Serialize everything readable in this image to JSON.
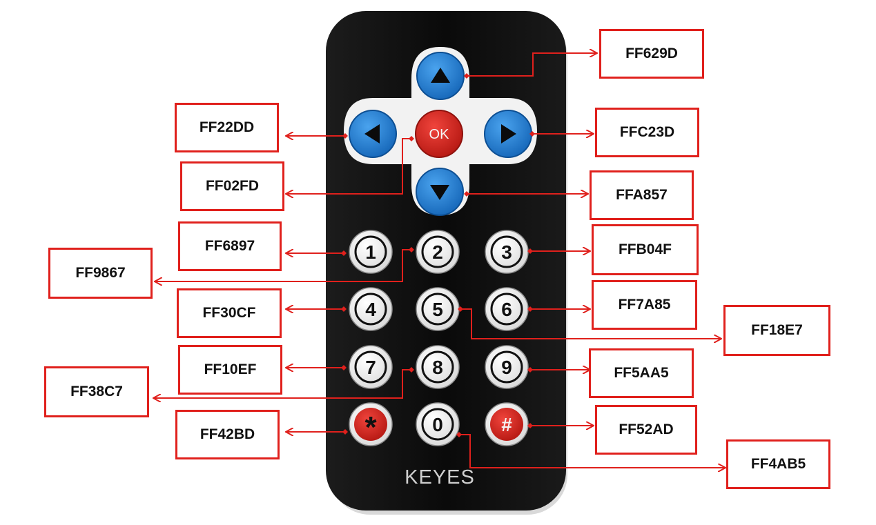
{
  "remote": {
    "brand": "KEYES",
    "colors": {
      "body": "#0d0d0d",
      "dpad_pad": "#f2f2f2",
      "blue": "#1f7fd1",
      "red": "#d8221c",
      "number_key": "#f1f1f1",
      "arrow": "#e0201c"
    },
    "keys": [
      {
        "id": "up",
        "label": "",
        "icon": "triangle-up-icon",
        "code": "FF629D"
      },
      {
        "id": "left",
        "label": "",
        "icon": "triangle-left-icon",
        "code": "FF22DD"
      },
      {
        "id": "ok",
        "label": "OK",
        "icon": "",
        "code": "FF02FD"
      },
      {
        "id": "right",
        "label": "",
        "icon": "triangle-right-icon",
        "code": "FFC23D"
      },
      {
        "id": "down",
        "label": "",
        "icon": "triangle-down-icon",
        "code": "FFA857"
      },
      {
        "id": "k1",
        "label": "1",
        "icon": "",
        "code": "FF6897"
      },
      {
        "id": "k2",
        "label": "2",
        "icon": "",
        "code": "FF9867"
      },
      {
        "id": "k3",
        "label": "3",
        "icon": "",
        "code": "FFB04F"
      },
      {
        "id": "k4",
        "label": "4",
        "icon": "",
        "code": "FF30CF"
      },
      {
        "id": "k5",
        "label": "5",
        "icon": "",
        "code": "FF18E7"
      },
      {
        "id": "k6",
        "label": "6",
        "icon": "",
        "code": "FF7A85"
      },
      {
        "id": "k7",
        "label": "7",
        "icon": "",
        "code": "FF10EF"
      },
      {
        "id": "k8",
        "label": "8",
        "icon": "",
        "code": "FF38C7"
      },
      {
        "id": "k9",
        "label": "9",
        "icon": "",
        "code": "FF5AA5"
      },
      {
        "id": "star",
        "label": "*",
        "icon": "",
        "code": "FF42BD"
      },
      {
        "id": "k0",
        "label": "0",
        "icon": "",
        "code": "FF4AB5"
      },
      {
        "id": "hash",
        "label": "#",
        "icon": "",
        "code": "FF52AD"
      }
    ]
  }
}
